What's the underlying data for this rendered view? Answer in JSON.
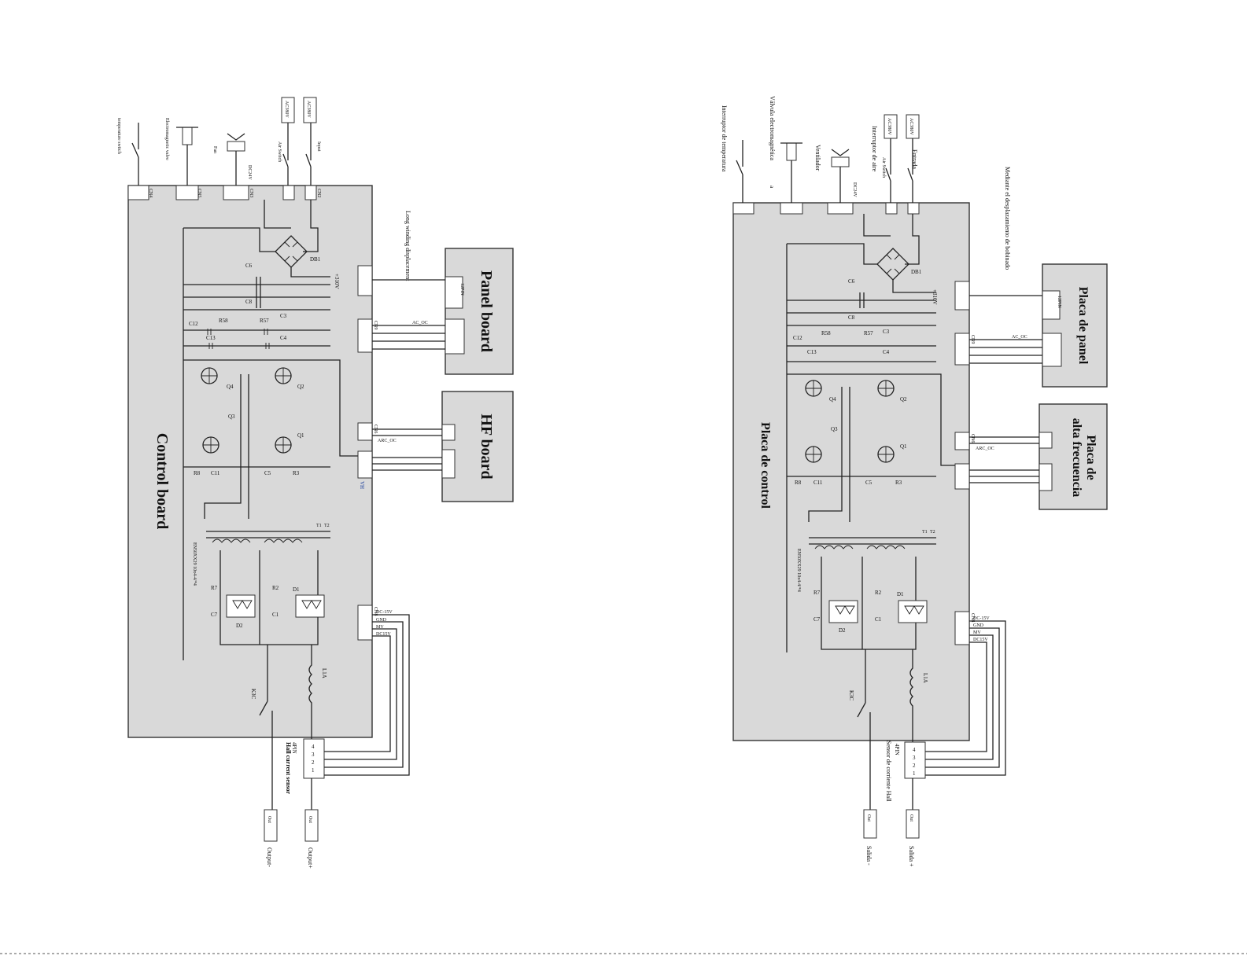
{
  "left": {
    "board_title": "Control board",
    "panel_title": "Panel board",
    "hf_title": "HF board",
    "top_labels": {
      "temp": "temperature switch",
      "valve": "Electromagnetic valve",
      "fan": "Fan",
      "airswitch": "Air Switch",
      "input": "Input"
    },
    "winding_note": "Long winding displacement",
    "hall": "Hall current sensor",
    "out_minus": "Output-",
    "out_plus": "Output+"
  },
  "right": {
    "board_title": "Placa de control",
    "panel_title": "Placa de panel",
    "hf_title_1": "Placa de",
    "hf_title_2": "alta frecuencia",
    "top_labels": {
      "temp": "Interruptor de temperatura",
      "valve": "Válvula electromagnética",
      "valve_mark": "a",
      "fan": "Ventilador",
      "airswitch": "Interruptor de aire",
      "input": "Entrada"
    },
    "winding_note": "Mediante el desplazamiento de bobinado",
    "hall": "Sensor de corriente Hall",
    "out_minus": "Salida -",
    "out_plus": "Salida +"
  },
  "schematic": {
    "parts": {
      "db1": "DB1",
      "c6": "C6",
      "c8": "C8",
      "c3": "C3",
      "c4": "C4",
      "c12": "C12",
      "c13": "C13",
      "r58": "R58",
      "r57": "R57",
      "q1": "Q1",
      "q2": "Q2",
      "q3": "Q3",
      "q4": "Q4",
      "r8": "R8",
      "c11": "C11",
      "c5": "C5",
      "r3": "R3",
      "t1": "T1",
      "t2": "T2",
      "r7": "R7",
      "r2": "R2",
      "c7": "C7",
      "c1": "C1",
      "d1": "D1",
      "d2": "D2",
      "l1a": "L1A",
      "k3c": "K3C"
    },
    "connectors": {
      "cn1": "CN1",
      "cn2": "CN2",
      "cn3": "CN3",
      "cn4": "CN4",
      "cn5": "CN5",
      "cn6": "CN6",
      "cn7": "CN7",
      "cn8": "CN8",
      "cn9": "CN9",
      "vh": "VH",
      "pin12": "12PIN",
      "pin4": "4PIN",
      "sig_ac": "AC_OC",
      "sig_arc": "ARC_OC",
      "dc24": "DC24V",
      "vdc": "+310V",
      "ac380": "AC380V"
    },
    "cn8_pins": [
      "DC-15V",
      "GND",
      "MV",
      "DC15V"
    ],
    "pins_4": [
      "1",
      "2",
      "3",
      "4"
    ],
    "pins_2": [
      "1",
      "2"
    ],
    "pins_3": [
      "3",
      "2",
      "1"
    ],
    "t1_part": "EN50XX29 10x4-4/*4",
    "out_tag": "Out"
  }
}
